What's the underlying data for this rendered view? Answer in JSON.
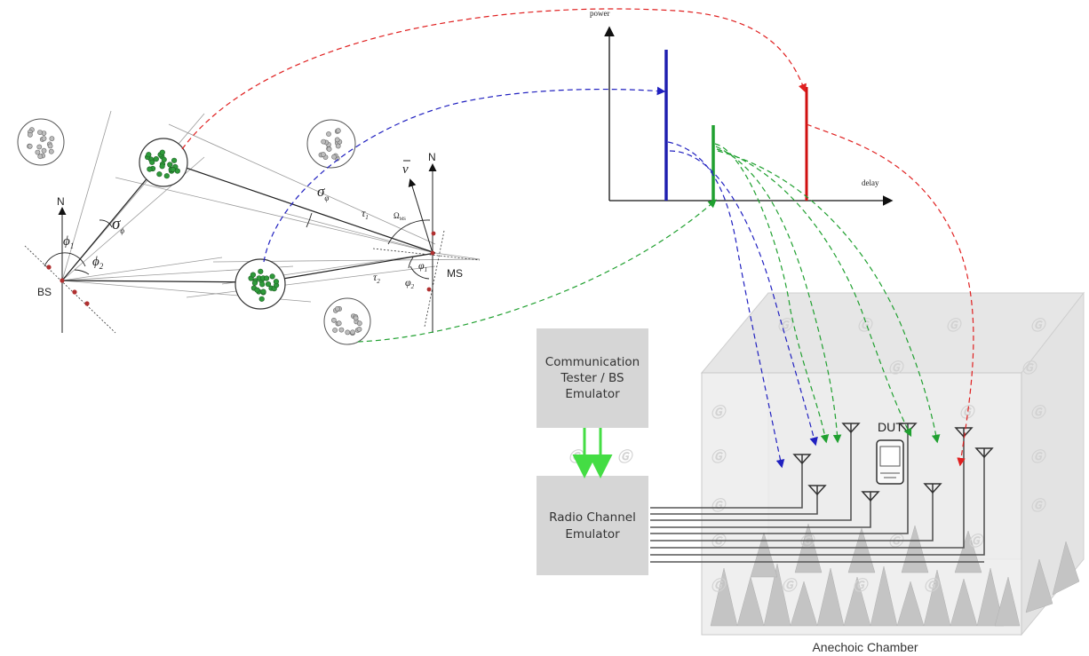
{
  "geometry_labels": {
    "north_bs": "N",
    "north_ms": "N",
    "bs": "BS",
    "ms": "MS",
    "phi1": "ϕ",
    "phi1_sub": "1",
    "phi2": "ϕ",
    "phi2_sub": "2",
    "sigma_phi": "σ",
    "sigma_phi_sub": "ϕ",
    "sigma_varphi": "σ",
    "sigma_varphi_sub": "φ",
    "tau1": "τ",
    "tau1_sub": "1",
    "tau2": "τ",
    "tau2_sub": "2",
    "varphi1": "φ",
    "varphi1_sub": "1",
    "varphi2": "φ",
    "varphi2_sub": "2",
    "velocity": "v",
    "omega": "Ω",
    "omega_sub": "MS"
  },
  "pdp": {
    "y_label": "power",
    "x_label": "delay"
  },
  "boxes": {
    "tester": [
      "Communication",
      "Tester / BS",
      "Emulator"
    ],
    "emulator": [
      "Radio Channel",
      "Emulator"
    ]
  },
  "chamber": {
    "dut_label": "DUT",
    "caption": "Anechoic Chamber"
  },
  "watermark": "Ⓖ ",
  "colors": {
    "red": "#e02020",
    "blue": "#2020c0",
    "green": "#20a030",
    "cluster_green": "#2e9a3a",
    "chamber_gray": "#d9d9d9",
    "box_gray": "#d6d6d6"
  }
}
